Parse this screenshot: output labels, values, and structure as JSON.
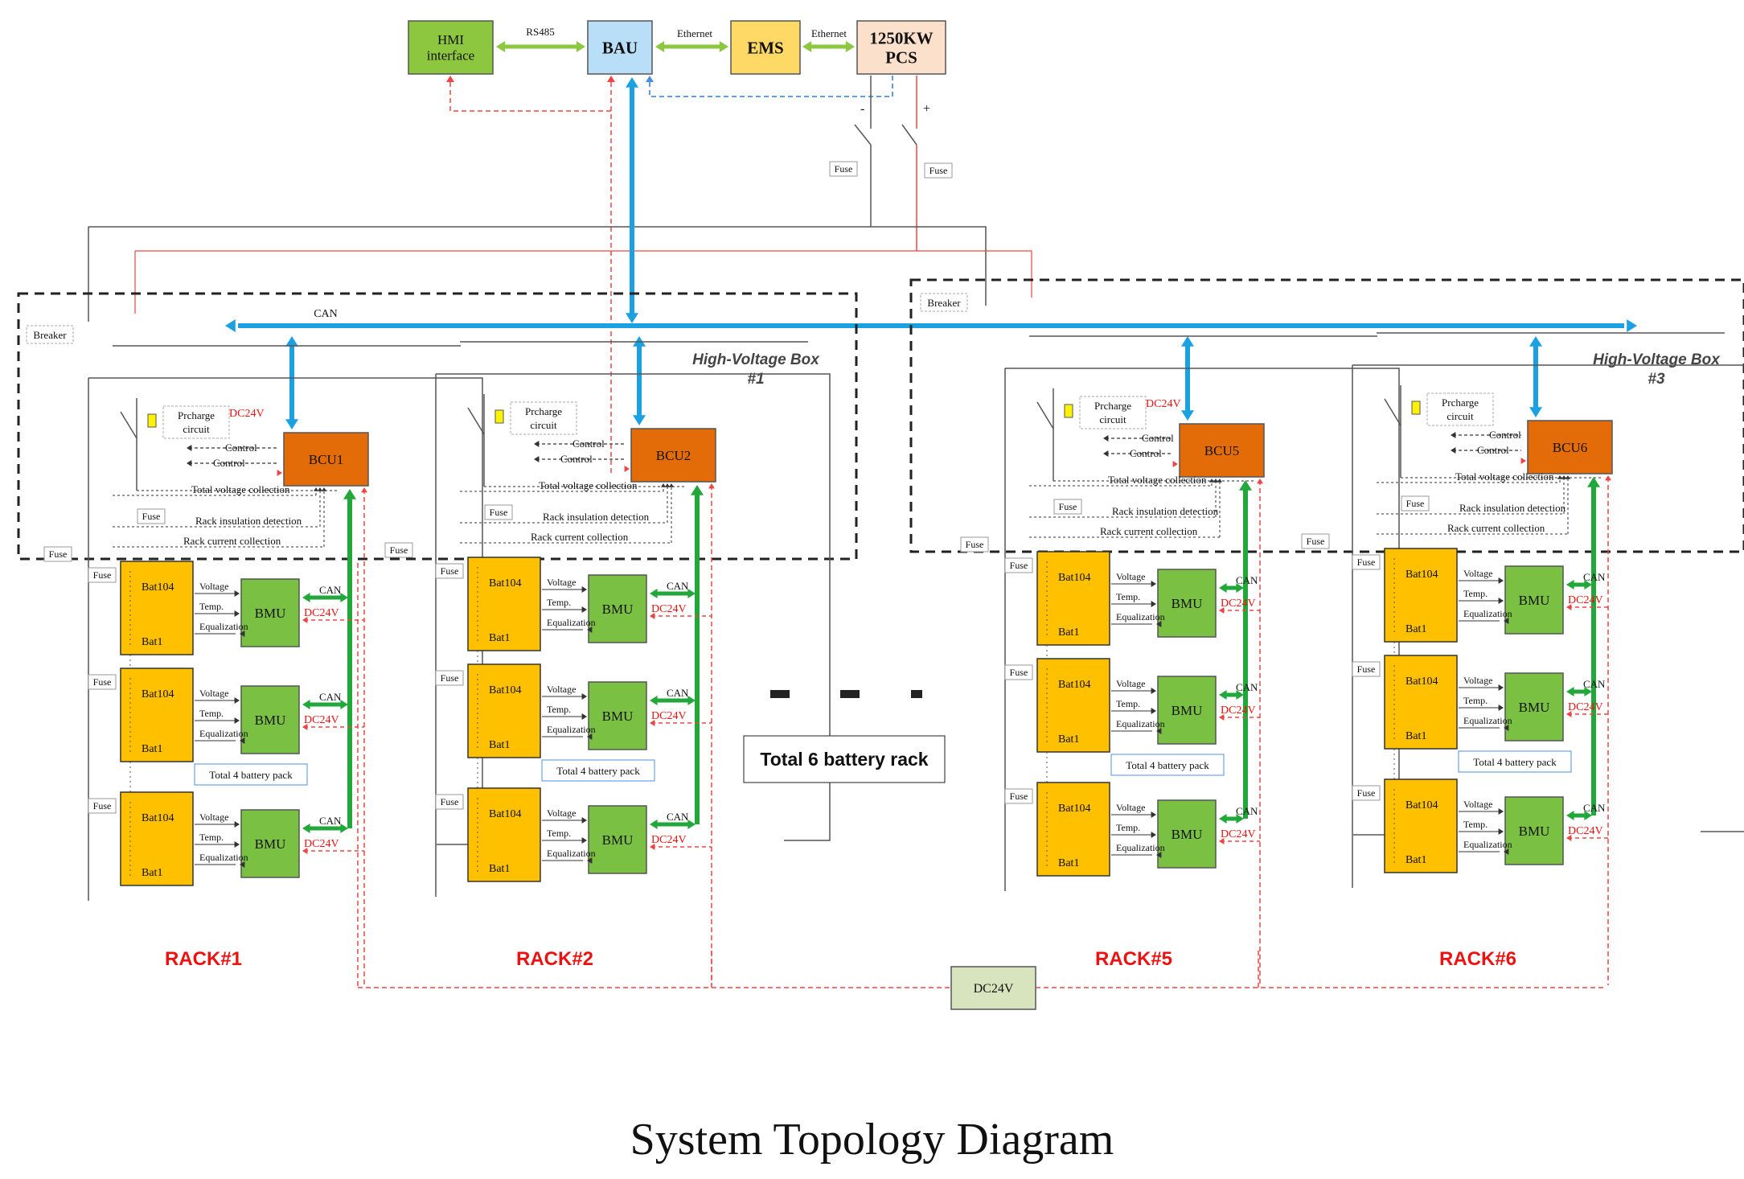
{
  "diagram": {
    "title": "System Topology Diagram",
    "top": {
      "hmi": [
        "HMI",
        "interface"
      ],
      "bau": "BAU",
      "ems": "EMS",
      "pcs": [
        "1250KW",
        "PCS"
      ],
      "link_hmi_bau": "RS485",
      "link_bau_ems": "Ethernet",
      "link_ems_pcs": "Ethernet",
      "minus": "-",
      "plus": "+",
      "fuse": "Fuse"
    },
    "bus_label": "CAN",
    "hv_boxes": [
      {
        "title": "High-Voltage Box",
        "number": "#1",
        "breaker": "Breaker"
      },
      {
        "title": "High-Voltage Box",
        "number": "#3",
        "breaker": "Breaker"
      }
    ],
    "racks": [
      {
        "name": "RACK#1",
        "bcu": "BCU1"
      },
      {
        "name": "RACK#2",
        "bcu": "BCU2"
      },
      {
        "name": "RACK#5",
        "bcu": "BCU5"
      },
      {
        "name": "RACK#6",
        "bcu": "BCU6"
      }
    ],
    "rack_labels": {
      "precharge": [
        "Prcharge",
        "circuit"
      ],
      "dc24v": "DC24V",
      "control": "Control",
      "total_voltage": "Total voltage collection",
      "insulation": "Rack insulation detection",
      "current": "Rack current collection",
      "fuse": "Fuse",
      "bat_top": "Bat104",
      "bat_bottom": "Bat1",
      "bmu": "BMU",
      "voltage": "Voltage",
      "temp": "Temp.",
      "equalization": "Equalization",
      "can": "CAN",
      "pack_total": "Total 4 battery pack"
    },
    "middle_note": "Total 6 battery rack",
    "power_supply": "DC24V",
    "colors": {
      "hmi": "#8dc63f",
      "bau": "#b9def7",
      "ems": "#ffd966",
      "pcs": "#fbe1cc",
      "bcu": "#e36c09",
      "bmu": "#7ac143",
      "battery": "#ffc000",
      "can_bus": "#1ba1e2",
      "bmu_link": "#22a83a",
      "dc24v_line": "#ef4444",
      "rack_label": "#ee1111",
      "dc24v_box": "#d7e4bd"
    }
  }
}
